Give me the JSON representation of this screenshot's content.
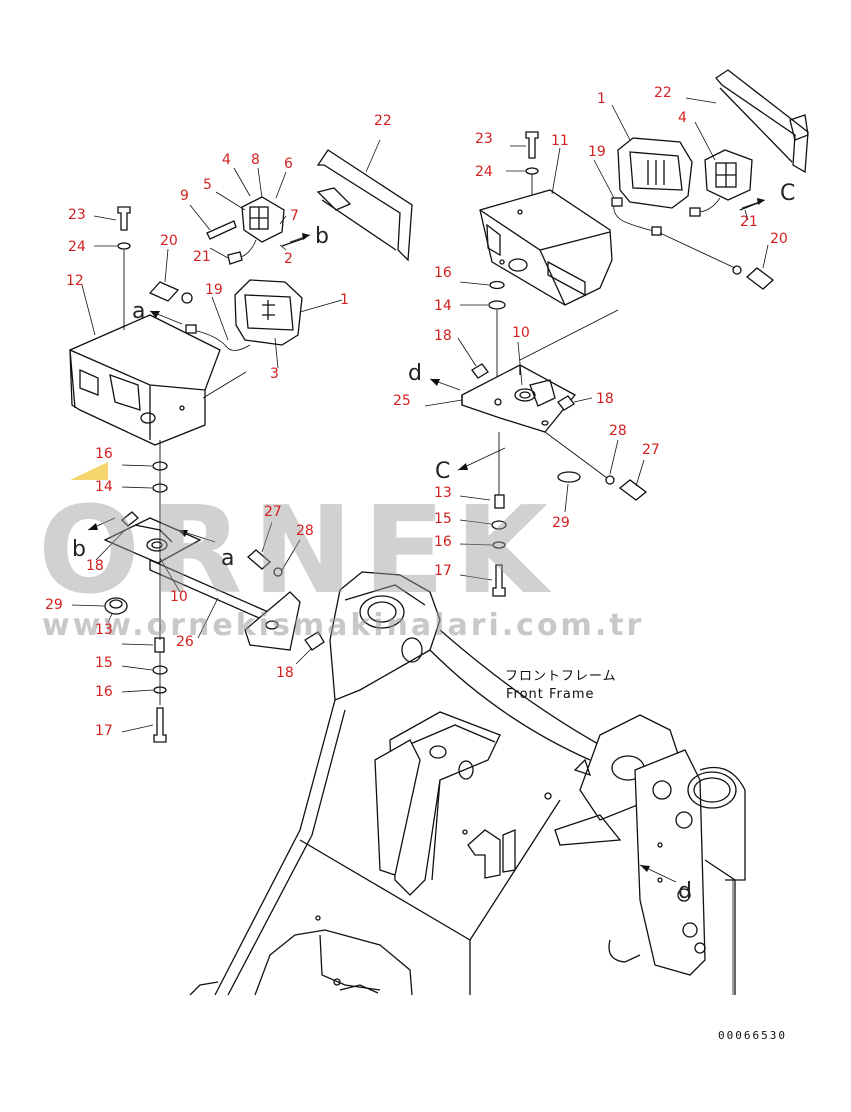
{
  "callouts": [
    {
      "n": "22"
    },
    {
      "n": "4"
    },
    {
      "n": "8"
    },
    {
      "n": "6"
    },
    {
      "n": "5"
    },
    {
      "n": "9"
    },
    {
      "n": "7"
    },
    {
      "n": "21"
    },
    {
      "n": "2"
    },
    {
      "n": "23"
    },
    {
      "n": "24"
    },
    {
      "n": "20"
    },
    {
      "n": "12"
    },
    {
      "n": "19"
    },
    {
      "n": "1"
    },
    {
      "n": "3"
    },
    {
      "n": "16"
    },
    {
      "n": "14"
    },
    {
      "n": "18"
    },
    {
      "n": "10"
    },
    {
      "n": "29"
    },
    {
      "n": "13"
    },
    {
      "n": "27"
    },
    {
      "n": "28"
    },
    {
      "n": "26"
    },
    {
      "n": "15"
    },
    {
      "n": "16"
    },
    {
      "n": "17"
    },
    {
      "n": "18"
    },
    {
      "n": "1"
    },
    {
      "n": "22"
    },
    {
      "n": "23"
    },
    {
      "n": "11"
    },
    {
      "n": "19"
    },
    {
      "n": "4"
    },
    {
      "n": "24"
    },
    {
      "n": "21"
    },
    {
      "n": "20"
    },
    {
      "n": "16"
    },
    {
      "n": "14"
    },
    {
      "n": "18"
    },
    {
      "n": "10"
    },
    {
      "n": "25"
    },
    {
      "n": "18"
    },
    {
      "n": "28"
    },
    {
      "n": "27"
    },
    {
      "n": "13"
    },
    {
      "n": "29"
    },
    {
      "n": "15"
    },
    {
      "n": "16"
    },
    {
      "n": "17"
    }
  ],
  "view_letters": {
    "a1": "a",
    "a2": "a",
    "b1": "b",
    "b2": "b",
    "c1": "C",
    "c2": "C",
    "d1": "d",
    "d2": "d"
  },
  "frame_label": {
    "jp": "フロントフレーム",
    "en": "Front Frame"
  },
  "drawing_code": "00066530",
  "watermark": {
    "brand": "ORNEK",
    "url": "www.ornekismakinalari.com.tr"
  },
  "colors": {
    "callout": "#d42020",
    "line": "#111111",
    "watermark": "#9a9a9a",
    "watermark_accent": "#f2cc4a"
  }
}
